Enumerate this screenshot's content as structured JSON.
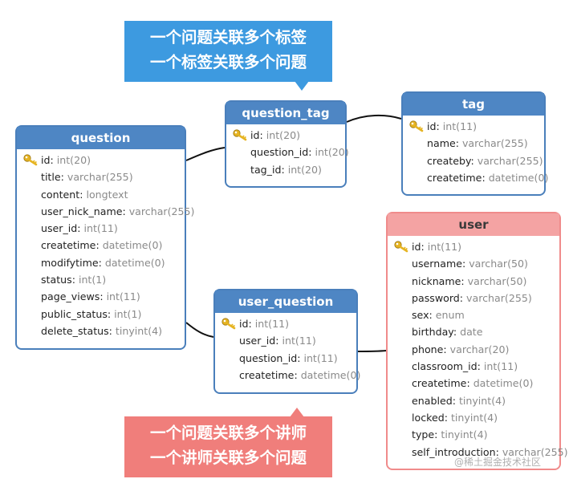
{
  "callouts": {
    "top": {
      "line1": "一个问题关联多个标签",
      "line2": "一个标签关联多个问题"
    },
    "bottom": {
      "line1": "一个问题关联多个讲师",
      "line2": "一个讲师关联多个问题"
    }
  },
  "tables": {
    "question": {
      "title": "question",
      "fields": [
        {
          "name": "id",
          "type": "int(20)",
          "key": true
        },
        {
          "name": "title",
          "type": "varchar(255)"
        },
        {
          "name": "content",
          "type": "longtext"
        },
        {
          "name": "user_nick_name",
          "type": "varchar(255)"
        },
        {
          "name": "user_id",
          "type": "int(11)"
        },
        {
          "name": "createtime",
          "type": "datetime(0)"
        },
        {
          "name": "modifytime",
          "type": "datetime(0)"
        },
        {
          "name": "status",
          "type": "int(1)"
        },
        {
          "name": "page_views",
          "type": "int(11)"
        },
        {
          "name": "public_status",
          "type": "int(1)"
        },
        {
          "name": "delete_status",
          "type": "tinyint(4)"
        }
      ]
    },
    "question_tag": {
      "title": "question_tag",
      "fields": [
        {
          "name": "id",
          "type": "int(20)",
          "key": true
        },
        {
          "name": "question_id",
          "type": "int(20)"
        },
        {
          "name": "tag_id",
          "type": "int(20)"
        }
      ]
    },
    "tag": {
      "title": "tag",
      "fields": [
        {
          "name": "id",
          "type": "int(11)",
          "key": true
        },
        {
          "name": "name",
          "type": "varchar(255)"
        },
        {
          "name": "createby",
          "type": "varchar(255)"
        },
        {
          "name": "createtime",
          "type": "datetime(0)"
        }
      ]
    },
    "user_question": {
      "title": "user_question",
      "fields": [
        {
          "name": "id",
          "type": "int(11)",
          "key": true
        },
        {
          "name": "user_id",
          "type": "int(11)"
        },
        {
          "name": "question_id",
          "type": "int(11)"
        },
        {
          "name": "createtime",
          "type": "datetime(0)"
        }
      ]
    },
    "user": {
      "title": "user",
      "fields": [
        {
          "name": "id",
          "type": "int(11)",
          "key": true
        },
        {
          "name": "username",
          "type": "varchar(50)"
        },
        {
          "name": "nickname",
          "type": "varchar(50)"
        },
        {
          "name": "password",
          "type": "varchar(255)"
        },
        {
          "name": "sex",
          "type": "enum"
        },
        {
          "name": "birthday",
          "type": "date"
        },
        {
          "name": "phone",
          "type": "varchar(20)"
        },
        {
          "name": "classroom_id",
          "type": "int(11)"
        },
        {
          "name": "createtime",
          "type": "datetime(0)"
        },
        {
          "name": "enabled",
          "type": "tinyint(4)"
        },
        {
          "name": "locked",
          "type": "tinyint(4)"
        },
        {
          "name": "type",
          "type": "tinyint(4)"
        },
        {
          "name": "self_introduction",
          "type": "varchar(255)"
        }
      ]
    }
  },
  "watermark": "@稀土掘金技术社区",
  "colors": {
    "table_header": "#4e86c4",
    "user_header": "#f4a3a3",
    "callout_blue": "#3d9ae0",
    "callout_red": "#f07e7b",
    "key_icon": "#e6b422"
  }
}
